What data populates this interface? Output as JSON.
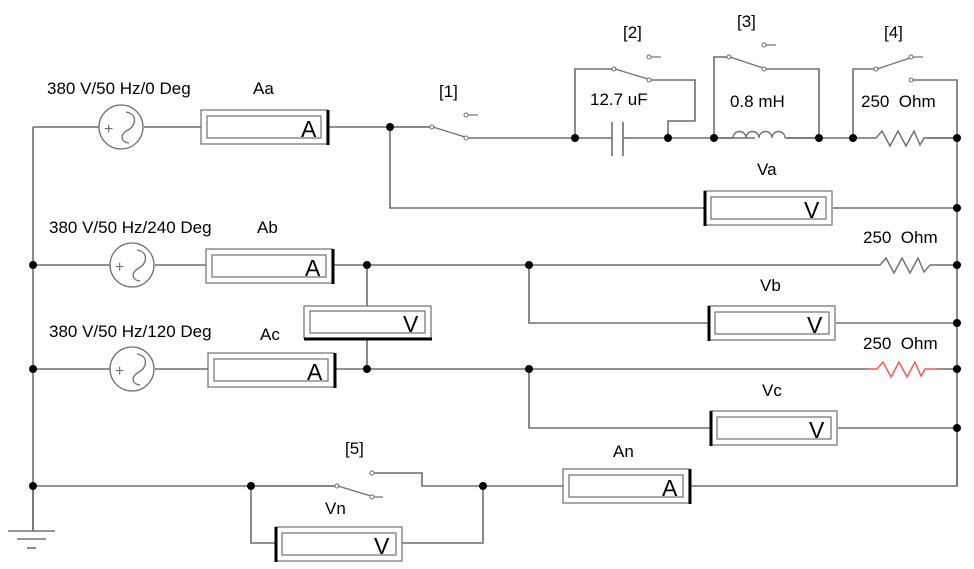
{
  "colors": {
    "wire": "#6e6e6e",
    "node": "#000000",
    "highlight_resistor": "#ff5050",
    "background": "#ffffff"
  },
  "sources": [
    {
      "id": "source-a",
      "label": "380 V/50 Hz/0 Deg"
    },
    {
      "id": "source-b",
      "label": "380 V/50 Hz/240 Deg"
    },
    {
      "id": "source-c",
      "label": "380 V/50 Hz/120 Deg"
    }
  ],
  "ammeters": [
    {
      "id": "Aa",
      "label": "Aa",
      "unit": "A"
    },
    {
      "id": "Ab",
      "label": "Ab",
      "unit": "A"
    },
    {
      "id": "Ac",
      "label": "Ac",
      "unit": "A"
    },
    {
      "id": "An",
      "label": "An",
      "unit": "A"
    }
  ],
  "voltmeters": [
    {
      "id": "Va",
      "label": "Va",
      "unit": "V"
    },
    {
      "id": "Vb",
      "label": "Vb",
      "unit": "V"
    },
    {
      "id": "Vc",
      "label": "Vc",
      "unit": "V"
    },
    {
      "id": "Vbc",
      "label": "",
      "unit": "V"
    },
    {
      "id": "Vn",
      "label": "Vn",
      "unit": "V"
    }
  ],
  "switches": [
    {
      "id": "1",
      "label": "[1]"
    },
    {
      "id": "2",
      "label": "[2]"
    },
    {
      "id": "3",
      "label": "[3]"
    },
    {
      "id": "4",
      "label": "[4]"
    },
    {
      "id": "5",
      "label": "[5]"
    }
  ],
  "components": {
    "capacitor": "12.7 uF",
    "inductor": "0.8 mH",
    "resistor_a": "250  Ohm",
    "resistor_b": "250  Ohm",
    "resistor_c": "250  Ohm"
  }
}
